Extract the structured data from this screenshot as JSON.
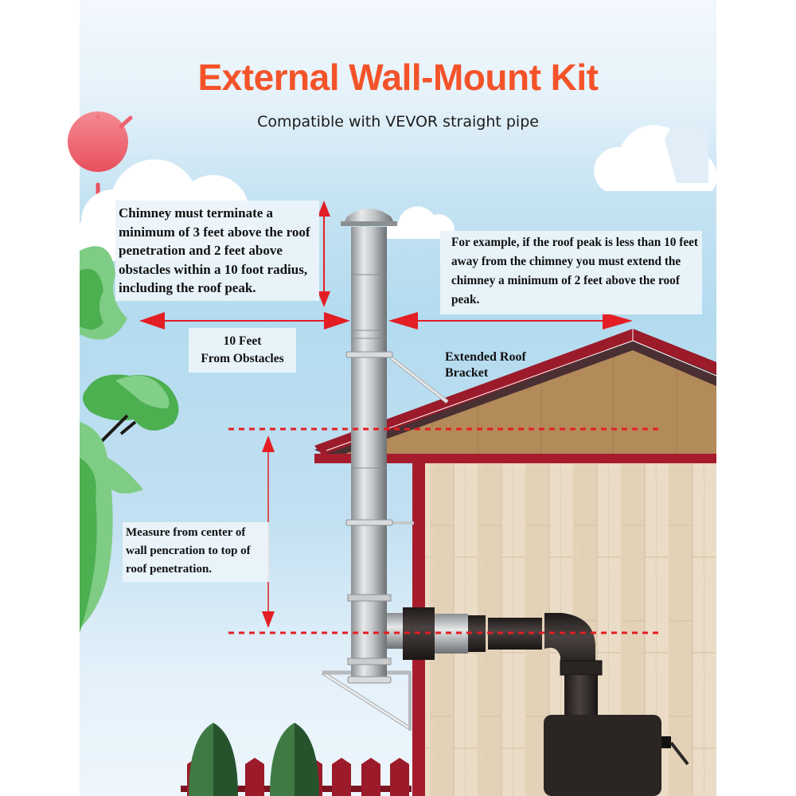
{
  "header": {
    "title": "External Wall-Mount Kit",
    "subtitle": "Compatible with VEVOR straight pipe"
  },
  "annotations": {
    "chimney_height_rule": "Chimney must terminate a minimum of 3 feet above the roof penetration and 2 feet above obstacles within a 10 foot radius, including the roof peak.",
    "roof_peak_example": "For example, if the roof peak is less than 10 feet away from the chimney you must extend the chimney a minimum of 2 feet above the roof peak.",
    "distance_label_line1": "10 Feet",
    "distance_label_line2": "From Obstacles",
    "bracket_label_line1": "Extended Roof",
    "bracket_label_line2": "Bracket",
    "measure_note": "Measure from center of wall pencration to top of roof penetration."
  },
  "icons": {
    "sun": "sun-icon",
    "clouds": "cloud-icon",
    "arrows": "double-arrow-icon"
  },
  "colors": {
    "title": "#f4532a",
    "arrow": "#e31e24",
    "roof": "#9b1b2a",
    "gable": "#b38a5a",
    "wall_trim": "#a61c2c",
    "siding": "#e8d8c0",
    "pipe": "#b8bbbe",
    "stovepipe": "#2a2423",
    "tree": "#4caf50",
    "sun": "#ee6470"
  }
}
